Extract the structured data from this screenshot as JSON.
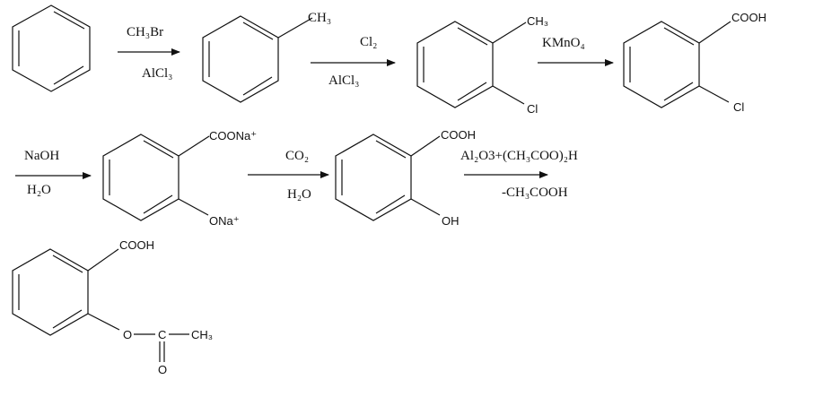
{
  "steps": [
    {
      "reagent_above": "CH₃Br",
      "reagent_below": "AlCl₃"
    },
    {
      "reagent_above": "Cl₂",
      "reagent_below": "AlCl₃"
    },
    {
      "reagent_above": "KMnO₄",
      "reagent_below": ""
    },
    {
      "reagent_above": "NaOH",
      "reagent_below": "H₂O"
    },
    {
      "reagent_above": "CO₂",
      "reagent_below": "H₂O"
    },
    {
      "reagent_above": "Al₂O3+(CH₃COO)₂H",
      "reagent_below": "-CH₃COOH"
    }
  ],
  "molecules": {
    "benzene": {},
    "toluene": {
      "substituent": "CH₃"
    },
    "chlorotoluene": {
      "substituent_1": "CH₃",
      "substituent_2": "Cl"
    },
    "chlorobenzoic_acid": {
      "substituent_1": "COOH",
      "substituent_2": "Cl"
    },
    "sodium_salt": {
      "substituent_1": "COONa⁺",
      "substituent_2": "ONa⁺"
    },
    "salicylic_acid": {
      "substituent_1": "COOH",
      "substituent_2": "OH"
    },
    "aspirin": {
      "carboxyl": "COOH",
      "oxygen": "O",
      "carbon": "C",
      "methyl": "CH₃",
      "carbonyl_oxygen": "O"
    }
  }
}
